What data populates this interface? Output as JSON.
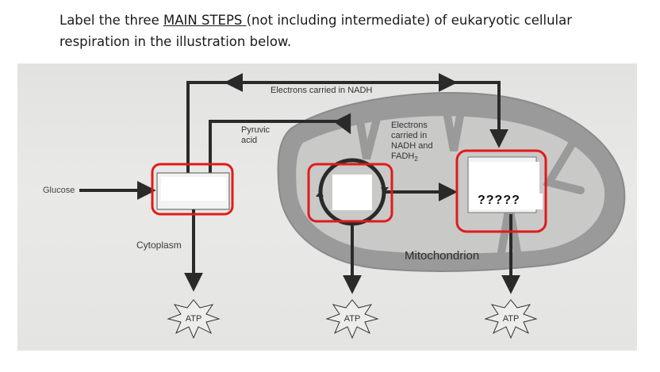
{
  "question": {
    "text_before": "Label the three ",
    "underlined": "MAIN STEPS ",
    "text_after": "(not including intermediate) of eukaryotic cellular respiration in the illustration below."
  },
  "diagram": {
    "electrons_nadh": "Electrons carried in NADH",
    "pyruvic_line1": "Pyruvic",
    "pyruvic_line2": "acid",
    "electrons_fadh_line1": "Electrons",
    "electrons_fadh_line2": "carried in",
    "electrons_fadh_line3": "NADH and",
    "electrons_fadh_line4": "FADH",
    "electrons_fadh_sub": "2",
    "glucose": "Glucose",
    "cytoplasm": "Cytoplasm",
    "mitochondrion": "Mitochondrion",
    "unknown_label": "?????",
    "atp_1": "ATP",
    "atp_2": "ATP",
    "atp_3": "ATP"
  },
  "colors": {
    "highlight_box": "#e01b1b",
    "arrow": "#2a2a2a",
    "mitochondrion_fill": "#9a9a9a"
  }
}
